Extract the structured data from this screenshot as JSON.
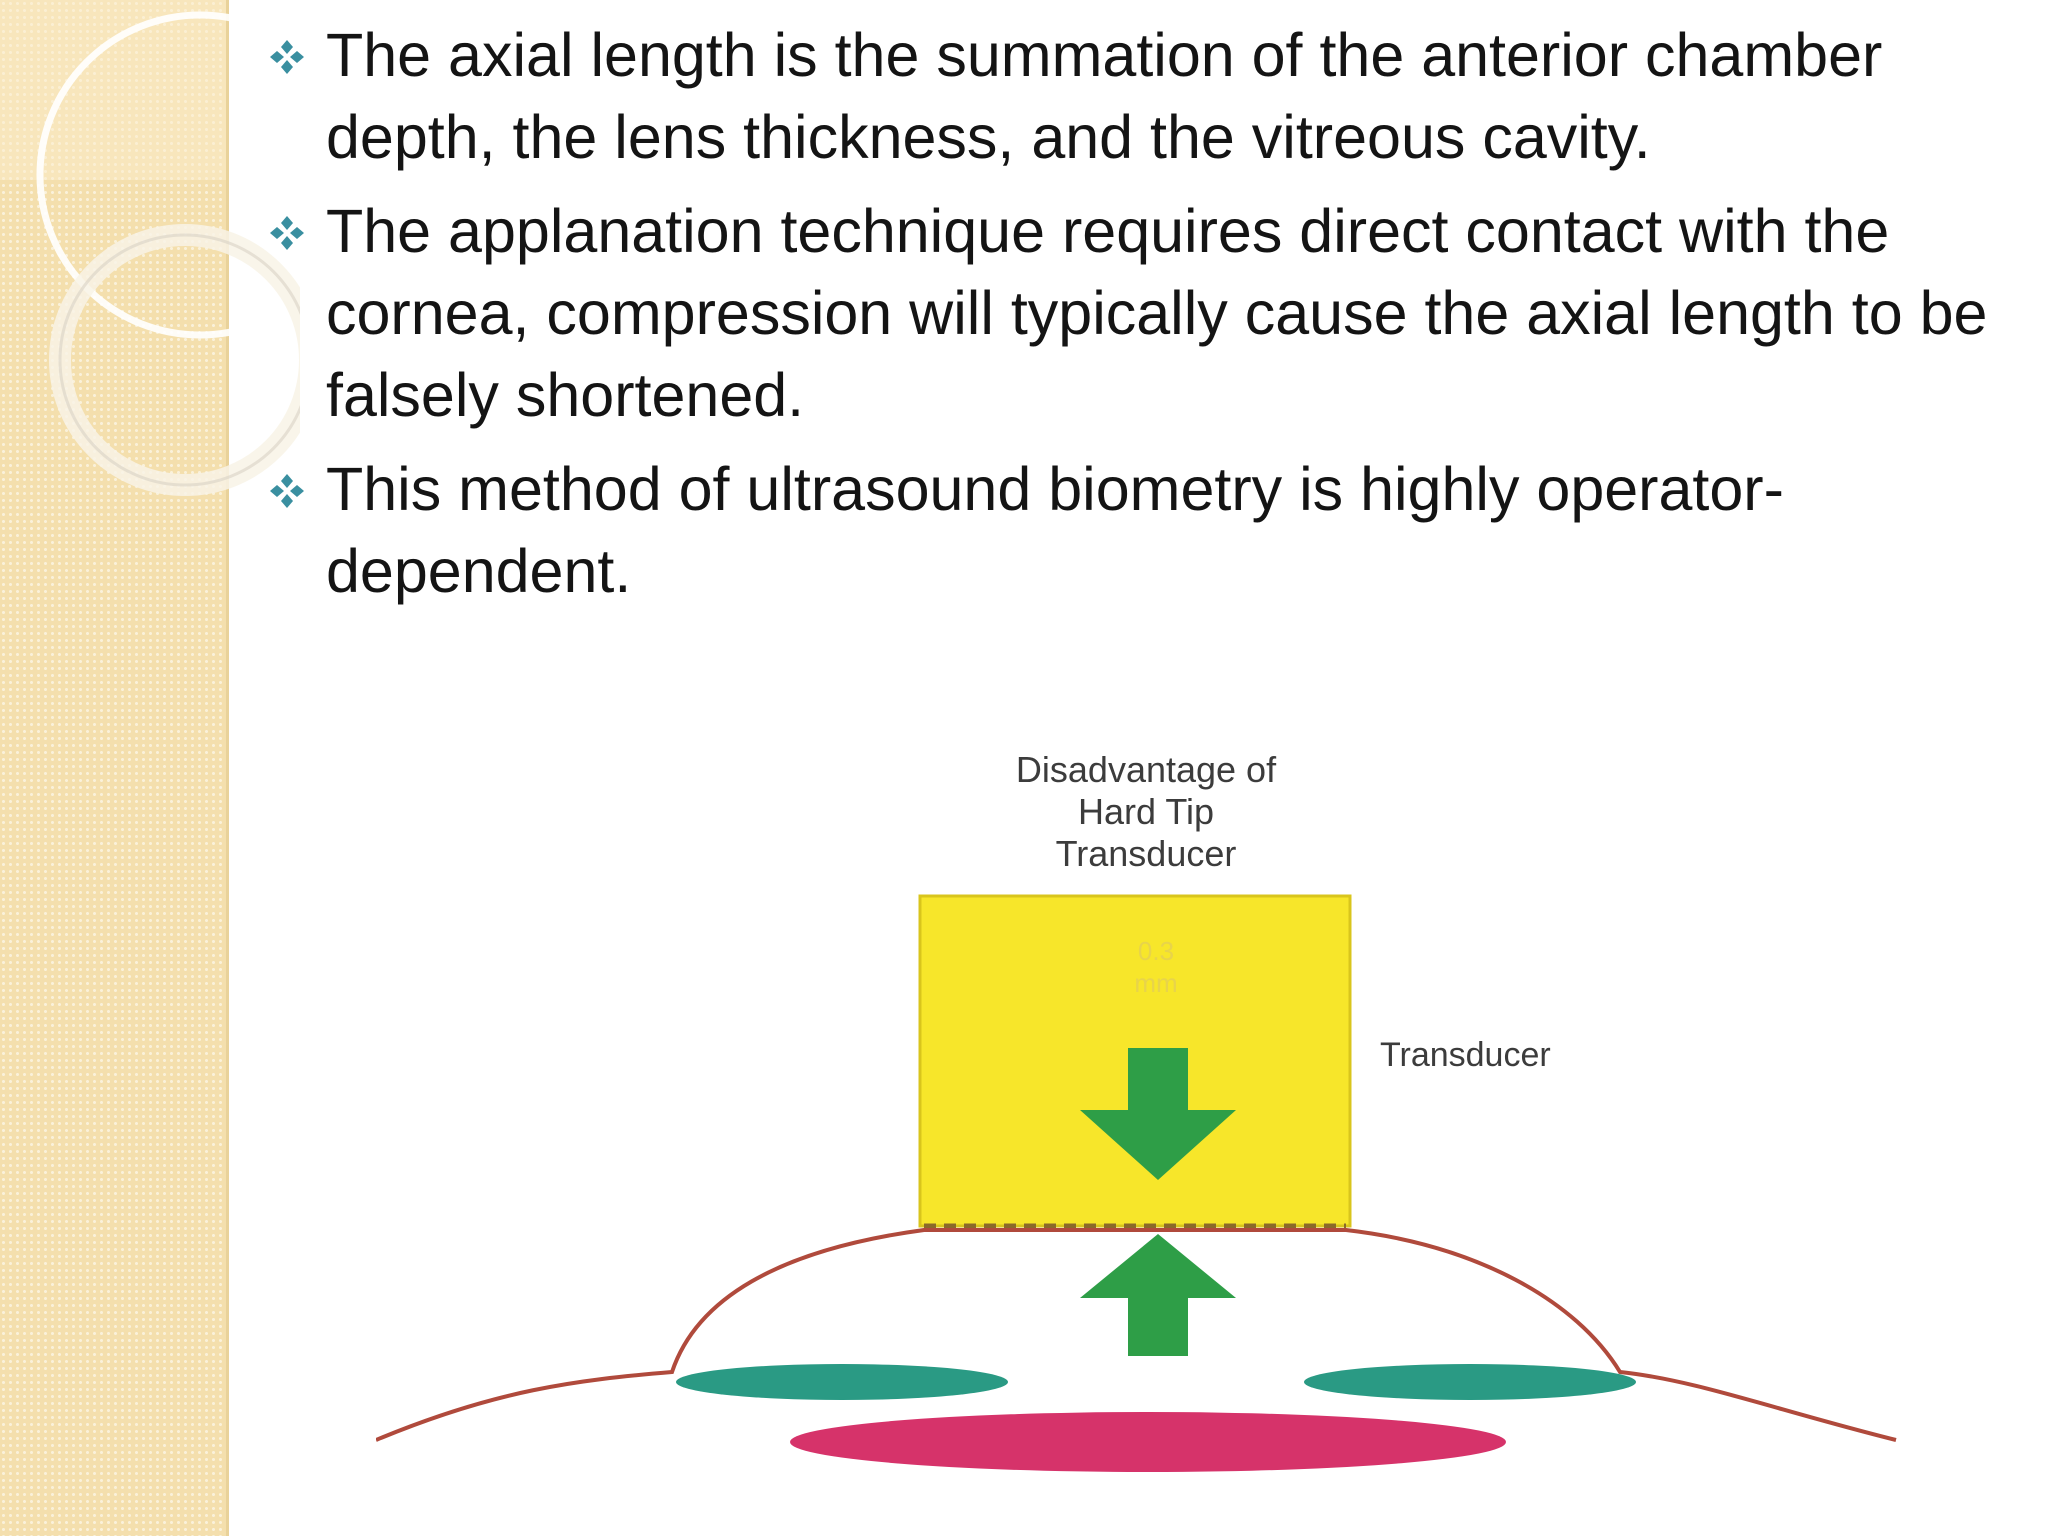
{
  "slide": {
    "bullets": [
      {
        "text": "The axial length is the summation of the anterior chamber depth, the lens thickness, and the vitreous cavity."
      },
      {
        "text": "The applanation technique requires direct contact with the cornea, compression will typically cause the axial length to be falsely shortened."
      },
      {
        "text": "This method of ultrasound biometry is highly operator-dependent."
      }
    ],
    "bullet_icon": "four-diamond-bullet-icon",
    "accent_color": "#3a8fa0"
  },
  "figure": {
    "title_lines": [
      "Disadvantage of",
      "Hard Tip",
      "Transducer"
    ],
    "transducer_label": "Transducer",
    "compression_lines": [
      "0.3",
      "mm"
    ],
    "colors": {
      "transducer": "#f7e62a",
      "arrow": "#2e9e47",
      "cornea": "#b04a3c",
      "iris": "#2a9a84",
      "lens": "#d6336a"
    }
  }
}
